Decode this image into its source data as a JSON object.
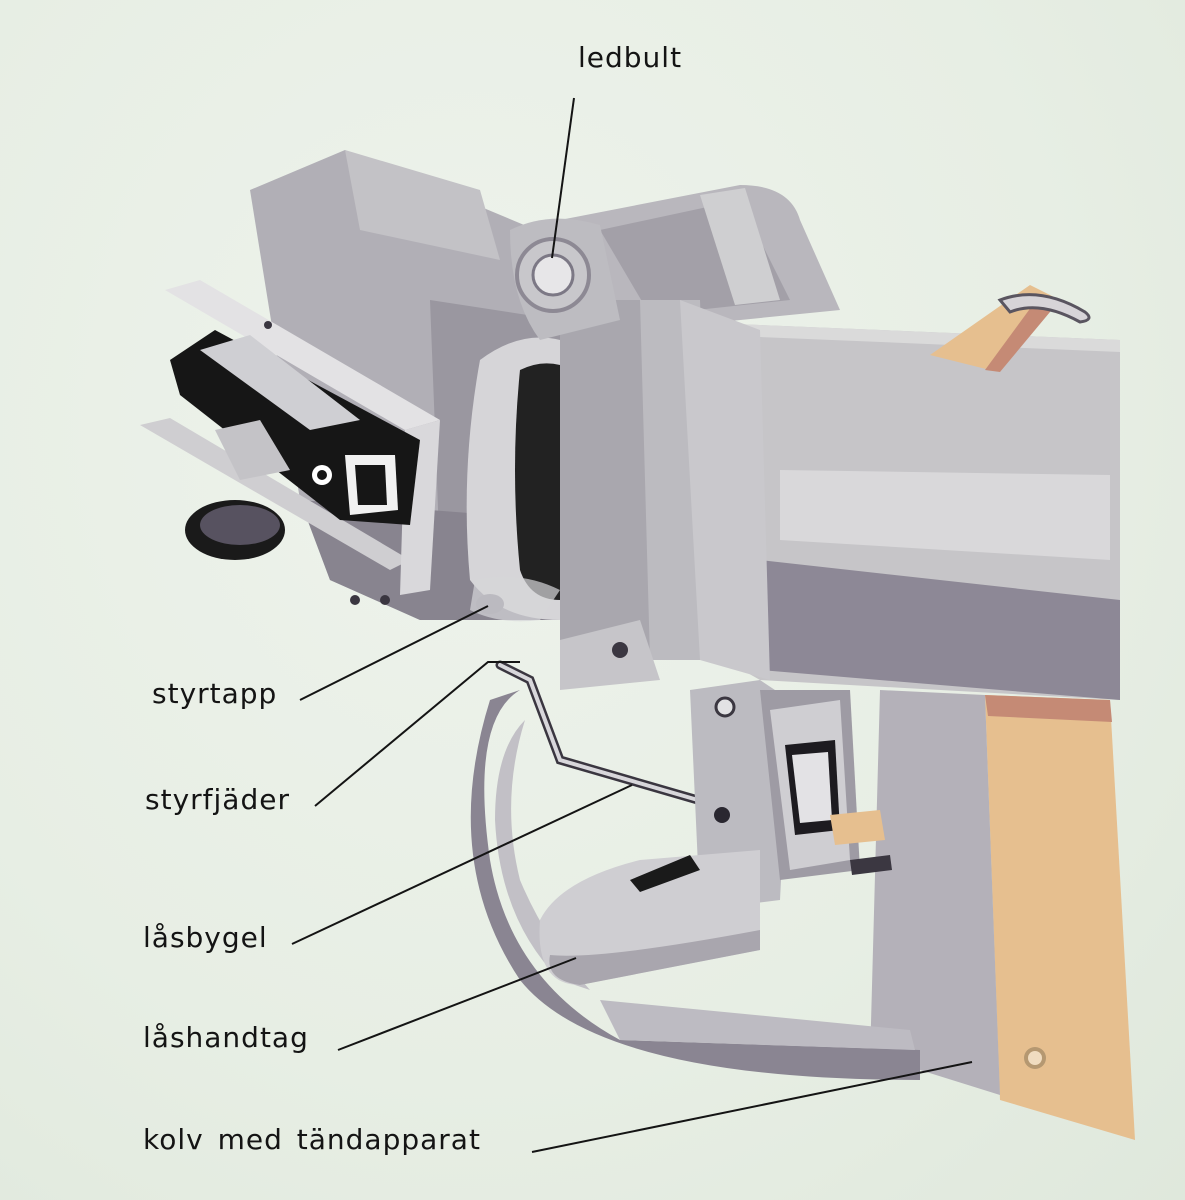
{
  "labels": {
    "ledbult": "ledbult",
    "styrtapp": "styrtapp",
    "styrfjader": "styrfjäder",
    "lasbygel": "låsbygel",
    "lashandtag": "låshandtag",
    "kolv": "kolv med tändapparat"
  },
  "colors": {
    "background": "#e9efe6",
    "metal_light": "#c9c9cb",
    "metal_mid": "#a5a3a9",
    "metal_shadow": "#7c7885",
    "metal_dark": "#4f4a57",
    "tan_stock": "#e6bf8f",
    "strap_brown": "#c58a75",
    "black_parts": "#161616",
    "label_text": "#141414"
  }
}
